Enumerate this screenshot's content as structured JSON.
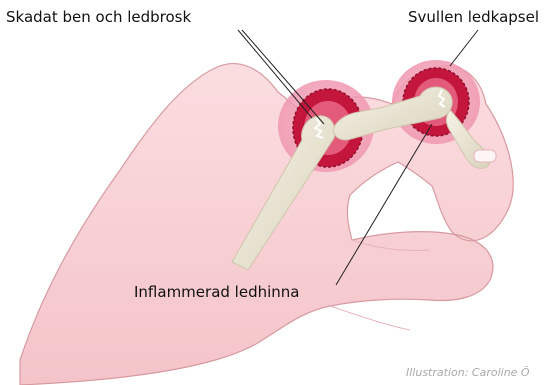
{
  "labels": {
    "damaged_bone_cartilage": "Skadat ben och ledbrosk",
    "swollen_capsule": "Svullen ledkapsel",
    "inflamed_synovium": "Inflammerad ledhinna"
  },
  "credit": "Illustration: Caroline Ö",
  "colors": {
    "skin": "#f9d3d6",
    "skin_outline": "#d79aa1",
    "bone": "#f1ecdd",
    "capsule": "#f2a6bd",
    "synovium": "#c4163c",
    "pointer_line": "#222222"
  }
}
